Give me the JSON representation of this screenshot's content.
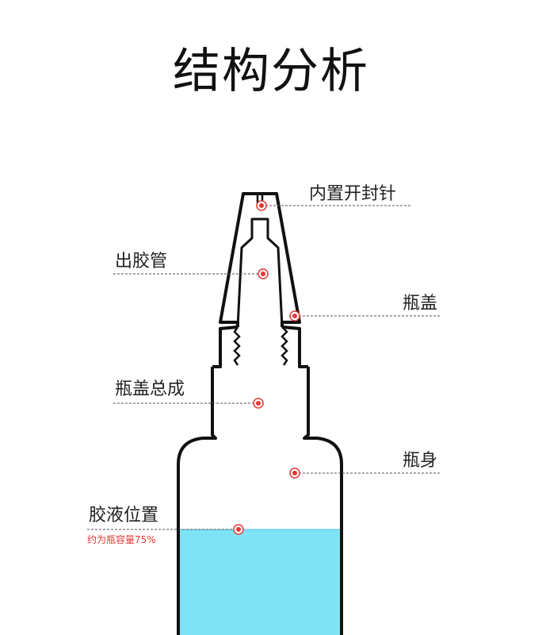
{
  "title": "结构分析",
  "labels": {
    "seal_pin": "内置开封针",
    "nozzle": "出胶管",
    "cap": "瓶盖",
    "cap_assembly": "瓶盖总成",
    "body": "瓶身",
    "glue_level": "胶液位置",
    "glue_level_note": "约为瓶容量75%"
  },
  "colors": {
    "outline": "#111111",
    "marker": "#e53935",
    "glue": "#7ee3f5",
    "leader": "#555555"
  },
  "fill_level_percent": 75
}
